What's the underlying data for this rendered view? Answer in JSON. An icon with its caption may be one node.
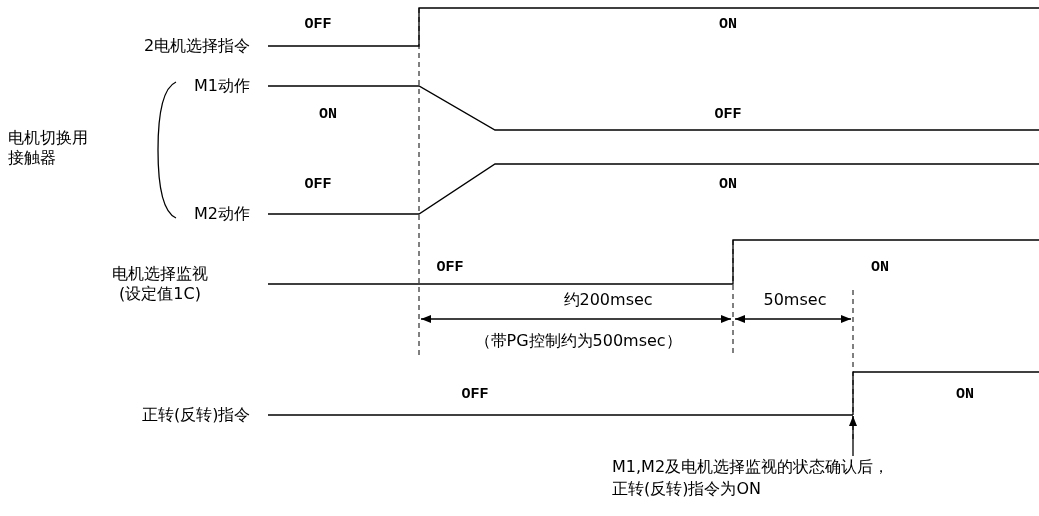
{
  "diagram": {
    "nodes": [
      {
        "text": [
          "M1,M2及电机选择监视的状态确认后，正转(反转)指令为ON"
        ]
      },
      {
        "text": [],
        "shape": "line"
      }
    ],
    "edges": [
      {
        "from": 0,
        "to": 1,
        "arrow": "to"
      }
    ],
    "labels": [
      "OFF",
      "ON",
      "2电机选择指令",
      "M1动作",
      "ON",
      "OFF",
      "电机切换用接触器",
      "OFF",
      "ON",
      "M2动作",
      "电机选择监视(设定值1C)",
      "OFF",
      "ON",
      "约200msec",
      "50msec",
      "（带PG控制约为500msec）",
      "OFF",
      "ON",
      "正转(反转)指令"
    ]
  }
}
